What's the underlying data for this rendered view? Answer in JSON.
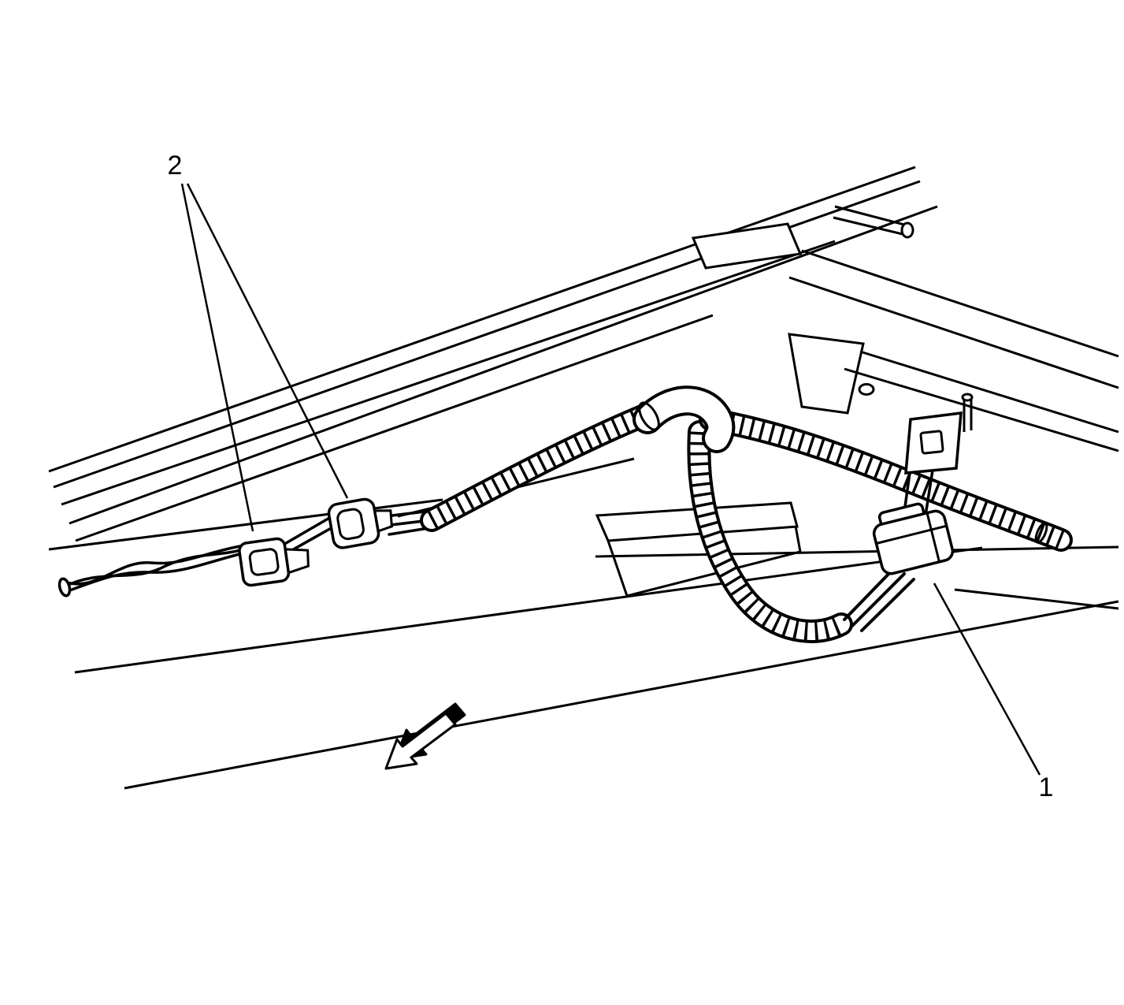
{
  "figure": {
    "type": "service-manual line illustration",
    "background_color": "#ffffff",
    "line_color": "#000000"
  },
  "callouts": [
    {
      "label": "2",
      "points_to": "harness retainer clips"
    },
    {
      "label": "1",
      "points_to": "harness connector at frame bracket"
    }
  ],
  "icons": {
    "direction_arrow": "block arrow pointing lower-left"
  }
}
